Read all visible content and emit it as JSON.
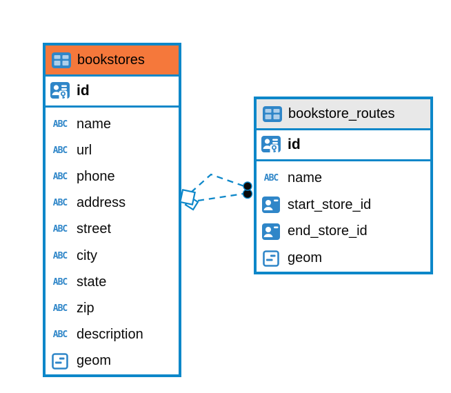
{
  "icons": {
    "text_type_label": "ABC"
  },
  "colors": {
    "table_border_blue": "#0D87C9",
    "icon_blue": "#2F86C8",
    "selected_header_orange": "#F5783B",
    "header_gray": "#E8E8E8",
    "relation_dot_black": "#0a0a0a"
  },
  "tables": [
    {
      "name": "bookstores",
      "header_color": "#F5783B",
      "selected": true,
      "columns": [
        {
          "label": "id",
          "type": "primary-key"
        },
        {
          "label": "name",
          "type": "text"
        },
        {
          "label": "url",
          "type": "text"
        },
        {
          "label": "phone",
          "type": "text"
        },
        {
          "label": "address",
          "type": "text"
        },
        {
          "label": "street",
          "type": "text"
        },
        {
          "label": "city",
          "type": "text"
        },
        {
          "label": "state",
          "type": "text"
        },
        {
          "label": "zip",
          "type": "text"
        },
        {
          "label": "description",
          "type": "text"
        },
        {
          "label": "geom",
          "type": "geometry"
        }
      ]
    },
    {
      "name": "bookstore_routes",
      "header_color": "#E8E8E8",
      "selected": false,
      "columns": [
        {
          "label": "id",
          "type": "primary-key"
        },
        {
          "label": "name",
          "type": "text"
        },
        {
          "label": "start_store_id",
          "type": "reference"
        },
        {
          "label": "end_store_id",
          "type": "reference"
        },
        {
          "label": "geom",
          "type": "geometry"
        }
      ]
    }
  ],
  "relations": [
    {
      "from": "bookstores.id",
      "to": "bookstore_routes.start_store_id",
      "line_style": "dashed",
      "source_marker": "diamond",
      "target_marker": "dot"
    },
    {
      "from": "bookstores.id",
      "to": "bookstore_routes.end_store_id",
      "line_style": "dashed",
      "source_marker": "diamond",
      "target_marker": "dot"
    }
  ]
}
